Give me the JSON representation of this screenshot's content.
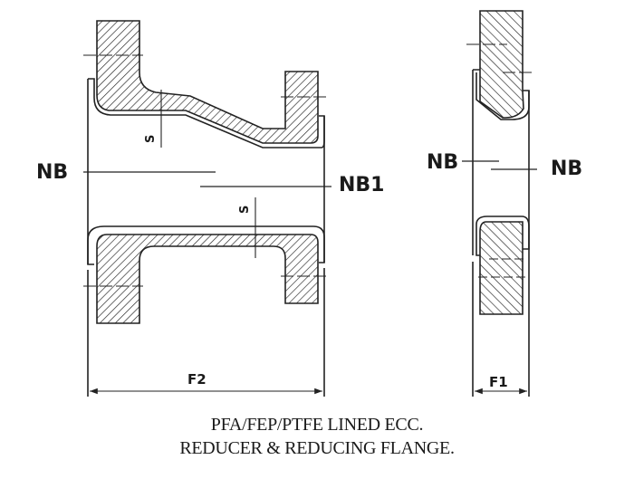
{
  "labels": {
    "nb_left": "NB",
    "nb1": "NB1",
    "s_top": "S",
    "s_bottom": "S",
    "f2": "F2",
    "nb_flange_left": "NB",
    "nb_flange_right": "NB",
    "f1": "F1"
  },
  "caption": {
    "line1": "PFA/FEP/PTFE LINED ECC.",
    "line2": "REDUCER & REDUCING FLANGE."
  }
}
